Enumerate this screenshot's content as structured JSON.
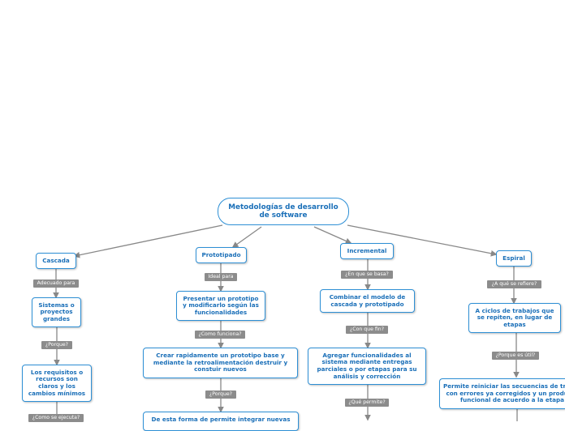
{
  "root": "Metodologías de desarrollo de software",
  "branches": {
    "cascada": {
      "title": "Cascada",
      "label1": "Adecuado para",
      "node1": "Sistemas o proyectos grandes",
      "label2": "¿Porque?",
      "node2": "Los requisitos o recursos son claros y los cambios mínimos",
      "label3": "¿Como se ejecuta?"
    },
    "prototipado": {
      "title": "Prototipado",
      "label1": "Ideal para",
      "node1": "Presentar un prototipo y modificarlo según las funcionalidades",
      "label2": "¿Como funciona?",
      "node2": "Crear rapidamente un prototipo base y mediante la retroalimentación destruir y constuir nuevos",
      "label3": "¿Porque?",
      "node3": "De esta forma de permite integrar nuevas"
    },
    "incremental": {
      "title": "Incremental",
      "label1": "¿En que se basa?",
      "node1": "Combinar el modelo de cascada y prototipado",
      "label2": "¿Con que fin?",
      "node2": "Agregar funcionalidades al sistema mediante entregas parciales o por etapas para su análisis y corrección",
      "label3": "¿Qué permite?"
    },
    "espiral": {
      "title": "Espiral",
      "label1": "¿A qué se refiere?",
      "node1": "A ciclos de trabajos que se repiten, en lugar de etapas",
      "label2": "¿Porque es útil?",
      "node2": "Permite reiniciar las secuencias de trabajo con errores ya corregidos y un producto funcional de acuerdo a la etapa"
    }
  },
  "colors": {
    "node_border": "#2d8fd5",
    "node_text": "#1a6fb8",
    "connector": "#888888",
    "label_bg": "#8c8c8c"
  }
}
